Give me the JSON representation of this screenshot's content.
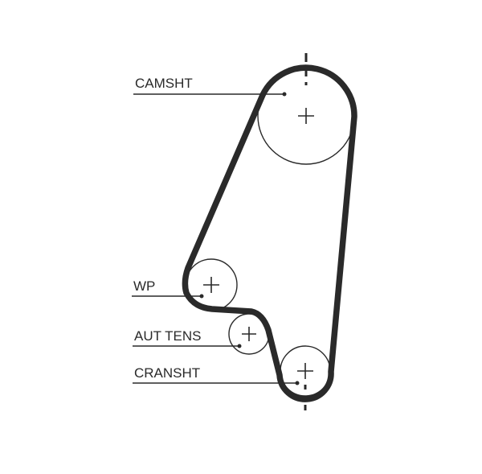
{
  "diagram": {
    "labels": {
      "camshaft": "CAMSHT",
      "water_pump": "WP",
      "auto_tensioner": "AUT TENS",
      "crankshaft": "CRANSHT"
    },
    "components": [
      {
        "id": "camshaft",
        "kind": "pulley"
      },
      {
        "id": "water_pump",
        "kind": "pulley"
      },
      {
        "id": "auto_tensioner",
        "kind": "pulley"
      },
      {
        "id": "crankshaft",
        "kind": "pulley"
      }
    ],
    "belt": {
      "kind": "timing-belt"
    },
    "timing_marks": [
      "camshaft",
      "crankshaft"
    ],
    "colors": {
      "line": "#2a2a2a",
      "background": "#ffffff"
    }
  }
}
